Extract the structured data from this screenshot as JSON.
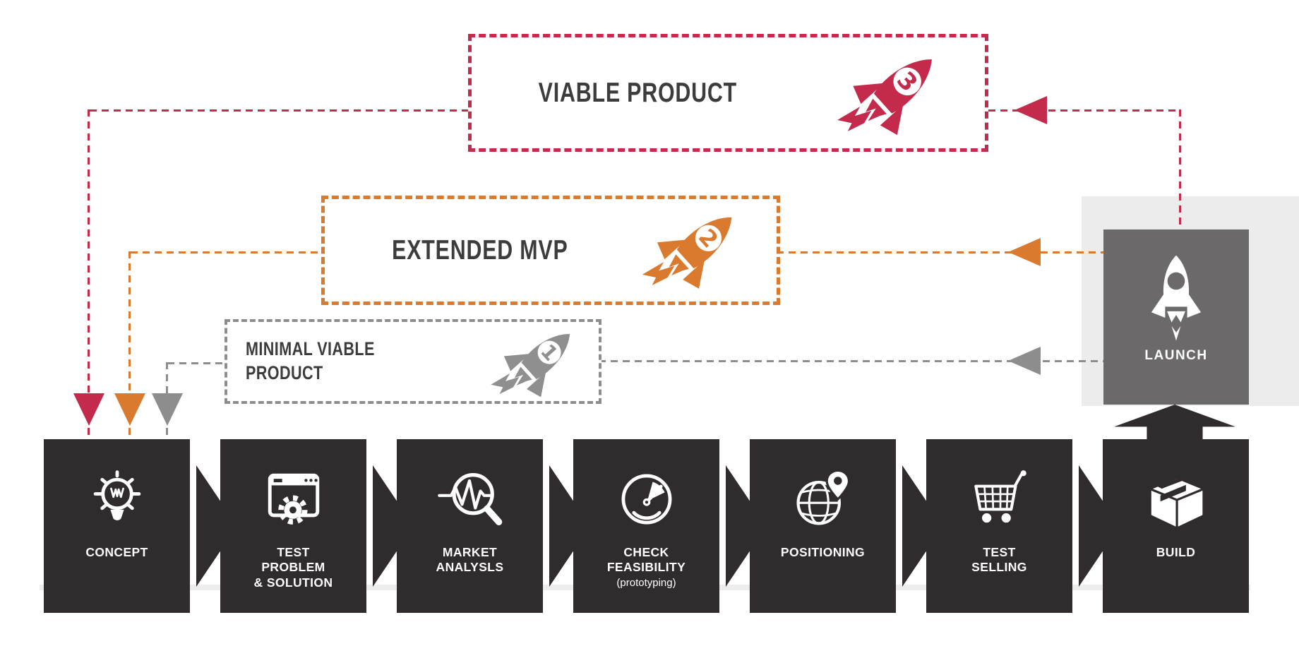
{
  "colors": {
    "crimson": "#c42a4c",
    "orange": "#d97a2f",
    "gray": "#8d8d8d",
    "box_dark": "#302c2d",
    "launch_gray": "#6b6969",
    "title_text": "#3c3c3c",
    "panel_bg": "#ececec"
  },
  "milestones": [
    {
      "label": "VIABLE PRODUCT",
      "rocket_number": "3",
      "color": "#c42a4c",
      "icon": "rocket-3-icon"
    },
    {
      "label": "EXTENDED MVP",
      "rocket_number": "2",
      "color": "#d97a2f",
      "icon": "rocket-2-icon"
    },
    {
      "label_line1": "MINIMAL VIABLE",
      "label_line2": "PRODUCT",
      "rocket_number": "1",
      "color": "#8d8d8d",
      "icon": "rocket-1-icon"
    }
  ],
  "stages": [
    {
      "line1": "CONCEPT",
      "icon": "lightbulb-icon"
    },
    {
      "line1": "TEST",
      "line2": "PROBLEM",
      "line3": "& SOLUTION",
      "icon": "browser-gear-icon"
    },
    {
      "line1": "MARKET",
      "line2": "ANALYSLS",
      "icon": "magnifier-pulse-icon"
    },
    {
      "line1": "CHECK",
      "line2": "FEASIBILITY",
      "sublabel": "(prototyping)",
      "icon": "gauge-icon"
    },
    {
      "line1": "POSITIONING",
      "icon": "globe-pin-icon"
    },
    {
      "line1": "TEST",
      "line2": "SELLING",
      "icon": "shopping-cart-icon"
    },
    {
      "line1": "BUILD",
      "icon": "package-icon"
    }
  ],
  "launch": {
    "label": "LAUNCH",
    "icon": "launch-rocket-icon"
  }
}
